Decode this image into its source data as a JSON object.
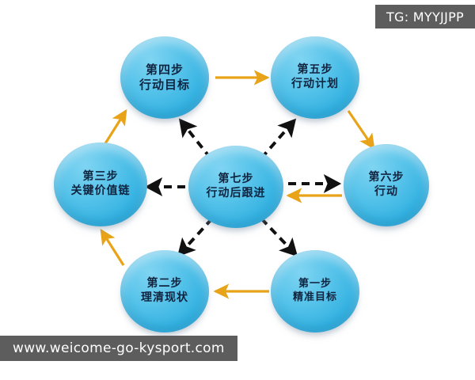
{
  "page": {
    "background_color": "#ffffff",
    "node_color": "#36b3e2",
    "solid_arrow_color": "#e8a318",
    "dashed_arrow_color": "#111111"
  },
  "overlays": {
    "tag_badge": "TG: MYYJJPP",
    "site_watermark": "www.weicome-go-kysport.com",
    "badge_bg": "#5d5d5d"
  },
  "diagram": {
    "type": "cycle-with-hub",
    "nodes": [
      {
        "id": "step1",
        "step": "第一步",
        "title": "精准目标",
        "position": "bottom-right"
      },
      {
        "id": "step2",
        "step": "第二步",
        "title": "理清现状",
        "position": "bottom-left"
      },
      {
        "id": "step3",
        "step": "第三步",
        "title": "关键价值链",
        "position": "left"
      },
      {
        "id": "step4",
        "step": "第四步",
        "title": "行动目标",
        "position": "top-left"
      },
      {
        "id": "step5",
        "step": "第五步",
        "title": "行动计划",
        "position": "top-right"
      },
      {
        "id": "step6",
        "step": "第六步",
        "title": "行动",
        "position": "right"
      },
      {
        "id": "step7",
        "step": "第七步",
        "title": "行动后跟进",
        "position": "center"
      }
    ],
    "edges": [
      {
        "from": "step1",
        "to": "step2",
        "style": "solid",
        "color": "#e8a318"
      },
      {
        "from": "step2",
        "to": "step3",
        "style": "solid",
        "color": "#e8a318"
      },
      {
        "from": "step3",
        "to": "step4",
        "style": "solid",
        "color": "#e8a318"
      },
      {
        "from": "step4",
        "to": "step5",
        "style": "solid",
        "color": "#e8a318"
      },
      {
        "from": "step5",
        "to": "step6",
        "style": "solid",
        "color": "#e8a318"
      },
      {
        "from": "step6",
        "to": "step7",
        "style": "solid",
        "color": "#e8a318"
      },
      {
        "from": "step7",
        "to": "step1",
        "style": "dashed",
        "color": "#111111"
      },
      {
        "from": "step7",
        "to": "step2",
        "style": "dashed",
        "color": "#111111"
      },
      {
        "from": "step7",
        "to": "step3",
        "style": "dashed",
        "color": "#111111"
      },
      {
        "from": "step7",
        "to": "step4",
        "style": "dashed",
        "color": "#111111"
      },
      {
        "from": "step7",
        "to": "step5",
        "style": "dashed",
        "color": "#111111"
      },
      {
        "from": "step7",
        "to": "step6",
        "style": "dashed",
        "color": "#111111"
      }
    ]
  }
}
